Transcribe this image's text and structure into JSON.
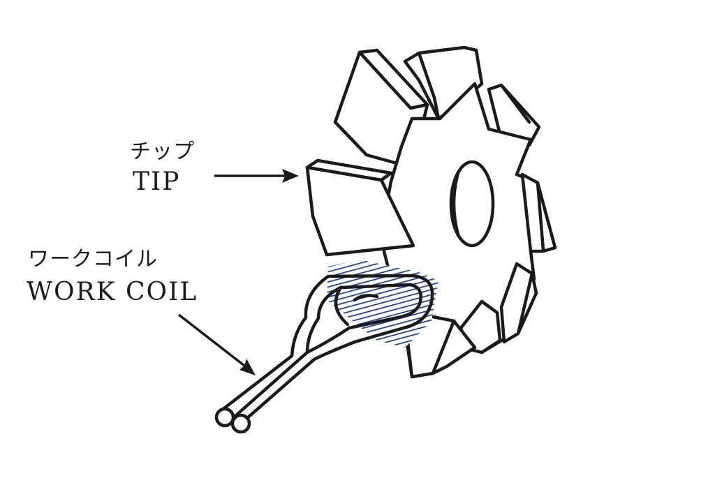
{
  "labels": {
    "tip_jp": "チップ",
    "tip_en": "TIP",
    "coil_jp": "ワークコイル",
    "coil_en": "WORK COIL"
  },
  "colors": {
    "line": "#1a1a1a",
    "coil_hatch": "#1f3f8a"
  }
}
